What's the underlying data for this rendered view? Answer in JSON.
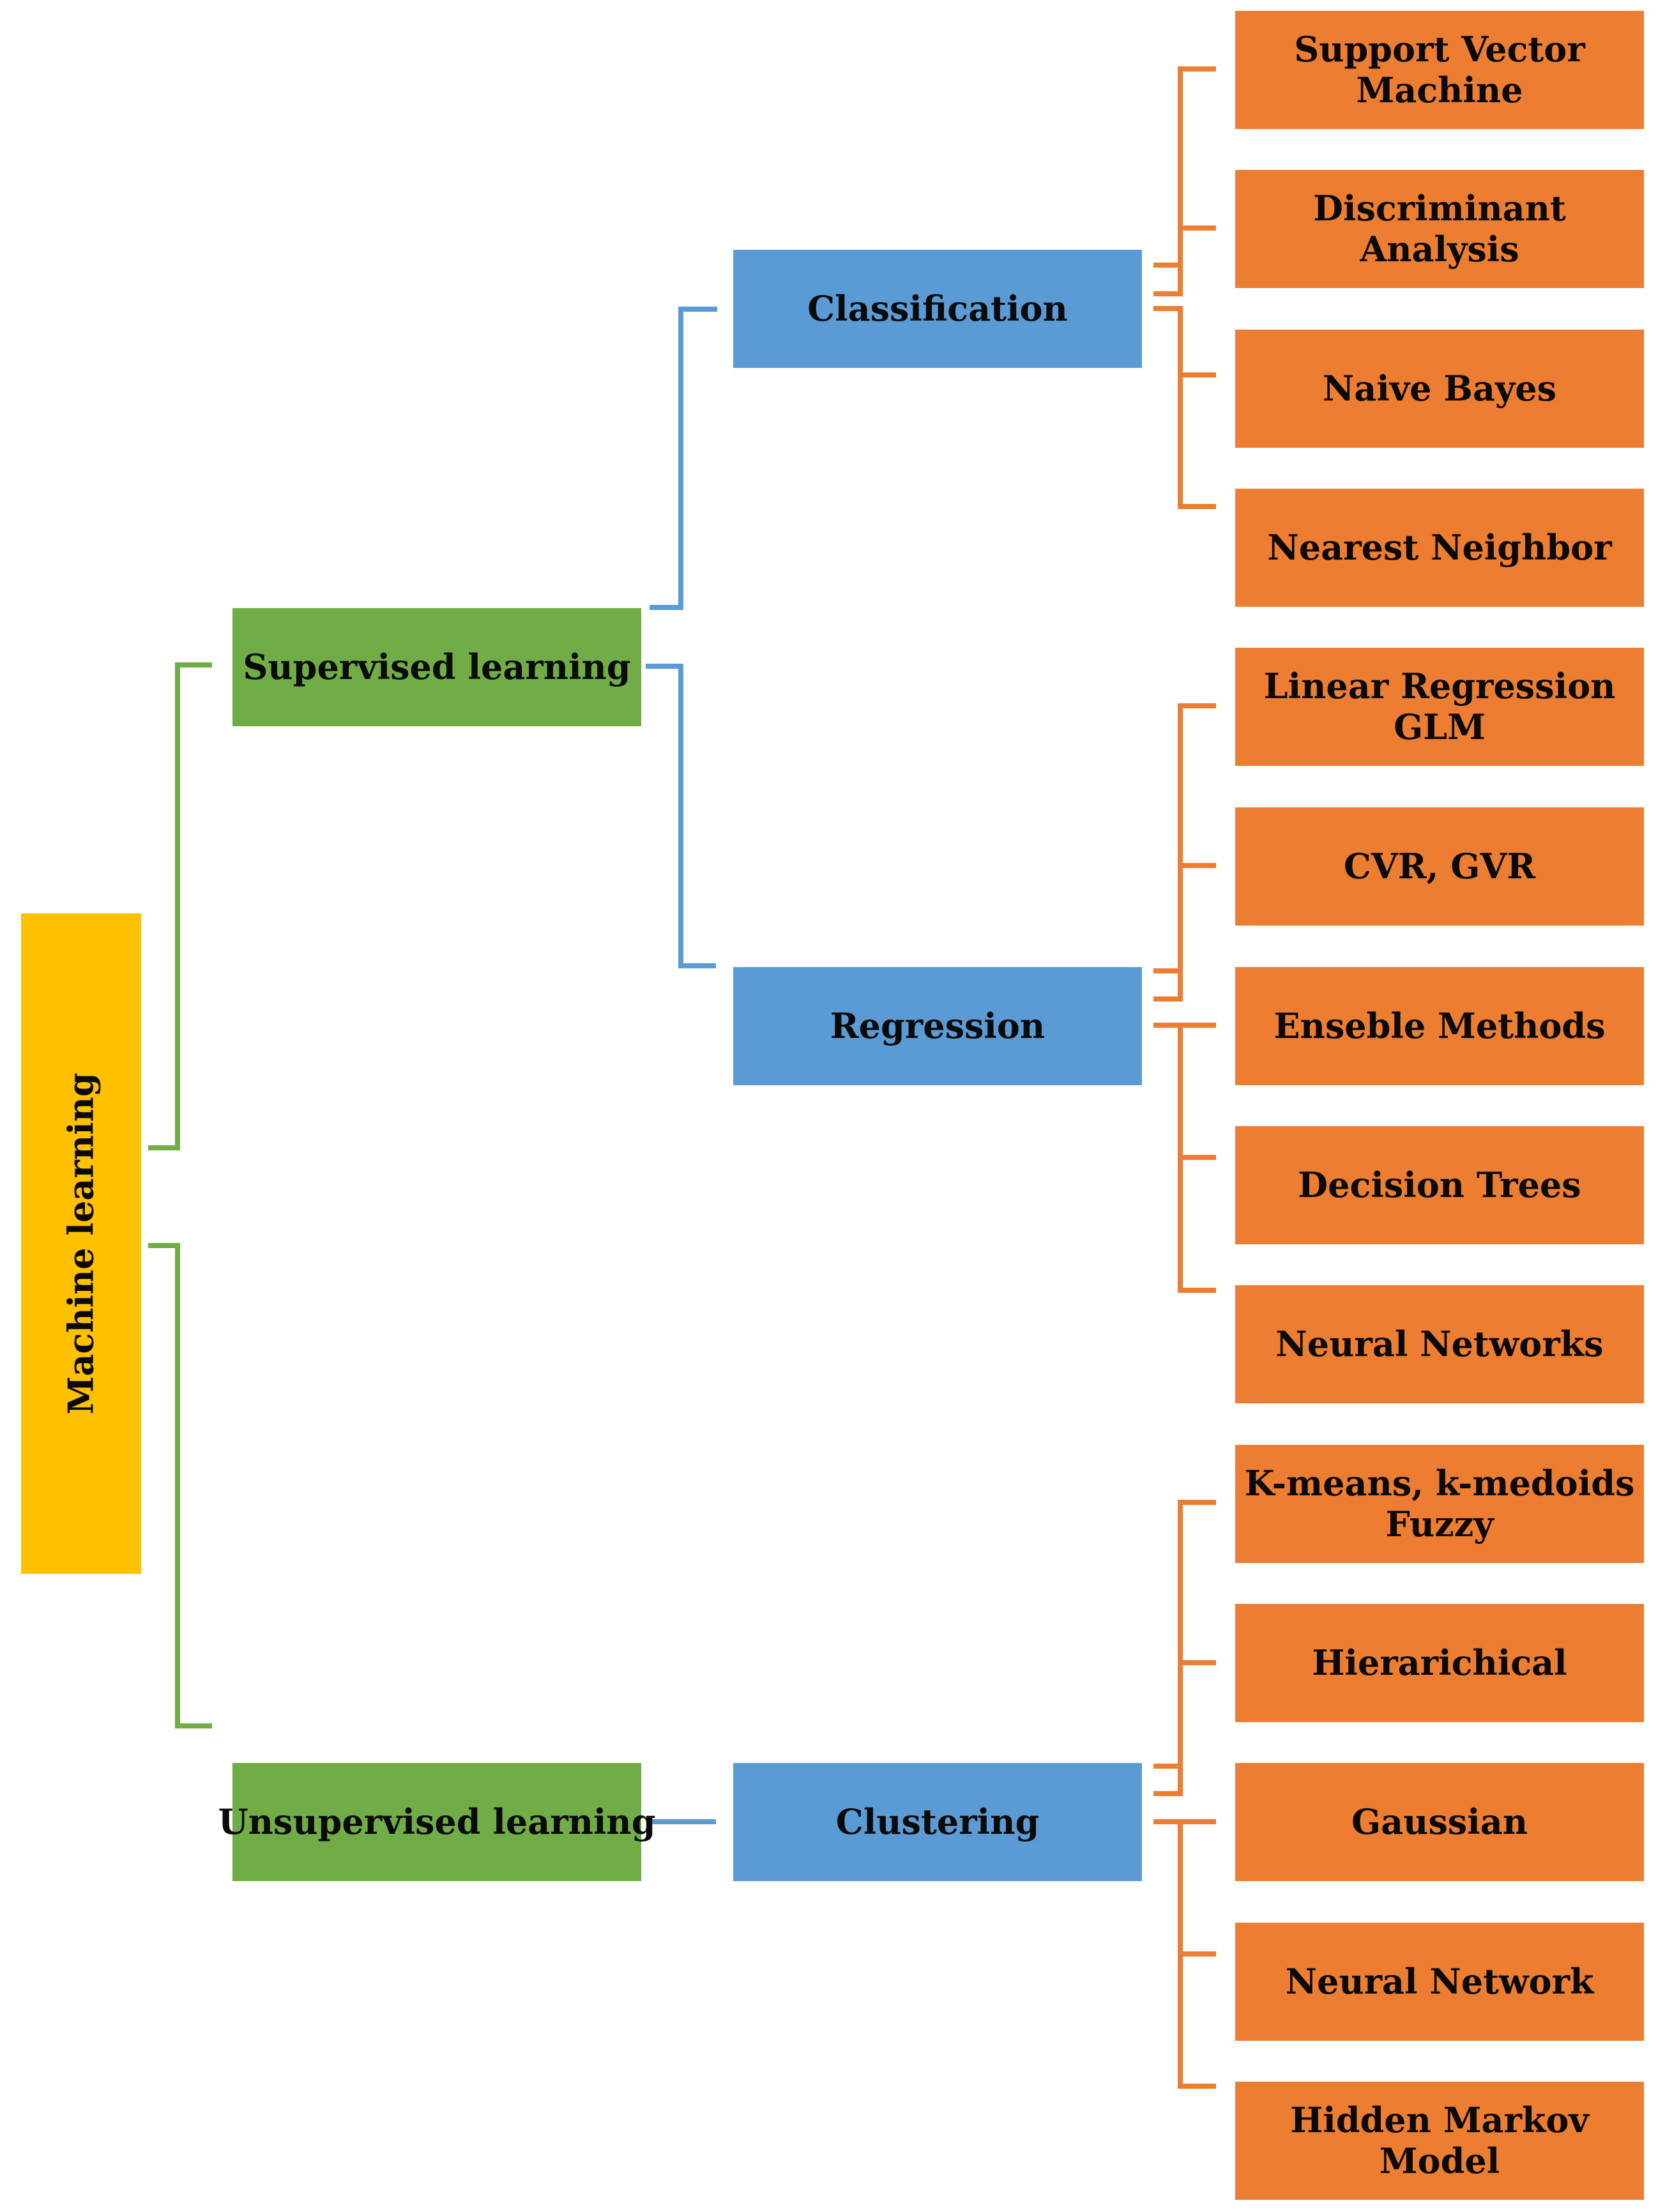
{
  "diagram": {
    "root": {
      "label": "Machine learning",
      "color": "#ffc000"
    },
    "colors": {
      "level1": "#70ad47",
      "level2": "#5b9bd5",
      "leaf": "#ed7d31"
    },
    "supervised": {
      "label": "Supervised learning",
      "classification": {
        "label": "Classification",
        "methods": [
          "Support Vector\nMachine",
          "Discriminant Analysis",
          "Naive Bayes",
          "Nearest Neighbor"
        ]
      },
      "regression": {
        "label": "Regression",
        "methods": [
          "Linear  Regression\nGLM",
          "CVR, GVR",
          "Enseble Methods",
          "Decision Trees",
          "Neural Networks"
        ]
      }
    },
    "unsupervised": {
      "label": "Unsupervised learning",
      "clustering": {
        "label": "Clustering",
        "methods": [
          "K-means, k-medoids\nFuzzy",
          "Hierarichical",
          "Gaussian",
          "Neural Network",
          "Hidden Markov Model"
        ]
      }
    }
  }
}
